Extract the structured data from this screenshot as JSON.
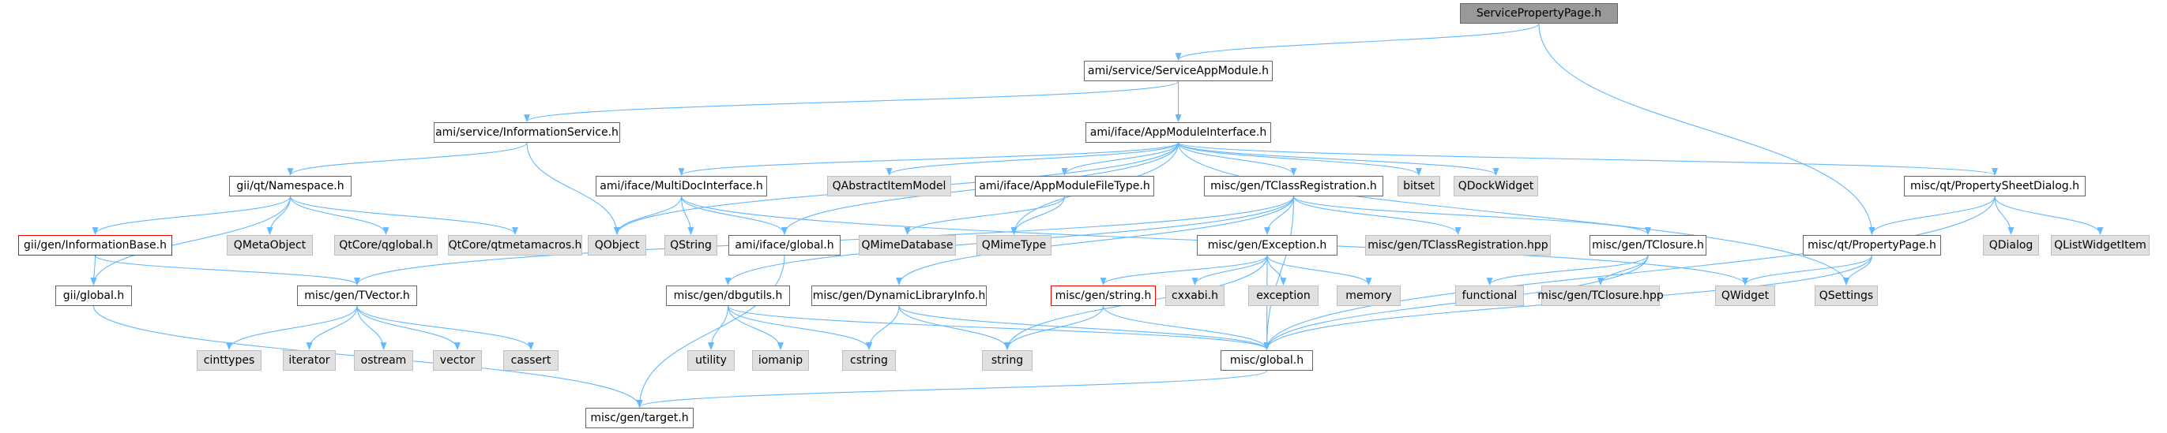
{
  "graph": {
    "nodes": [
      {
        "id": "n0",
        "label": "ServicePropertyPage.h",
        "kind": "root"
      },
      {
        "id": "n1",
        "label": "ami/service/ServiceAppModule.h",
        "kind": "file"
      },
      {
        "id": "n2",
        "label": "ami/service/InformationService.h",
        "kind": "file"
      },
      {
        "id": "n3",
        "label": "ami/iface/AppModuleInterface.h",
        "kind": "file"
      },
      {
        "id": "n4",
        "label": "gii/qt/Namespace.h",
        "kind": "file"
      },
      {
        "id": "n5",
        "label": "ami/iface/MultiDocInterface.h",
        "kind": "file"
      },
      {
        "id": "n6",
        "label": "QAbstractItemModel",
        "kind": "external"
      },
      {
        "id": "n7",
        "label": "ami/iface/AppModuleFileType.h",
        "kind": "file"
      },
      {
        "id": "n8",
        "label": "misc/gen/TClassRegistration.h",
        "kind": "file"
      },
      {
        "id": "n9",
        "label": "bitset",
        "kind": "external"
      },
      {
        "id": "n10",
        "label": "QDockWidget",
        "kind": "external"
      },
      {
        "id": "n11",
        "label": "misc/qt/PropertySheetDialog.h",
        "kind": "file"
      },
      {
        "id": "n12",
        "label": "gii/gen/InformationBase.h",
        "kind": "incomplete"
      },
      {
        "id": "n13",
        "label": "QMetaObject",
        "kind": "external"
      },
      {
        "id": "n14",
        "label": "QtCore/qglobal.h",
        "kind": "external"
      },
      {
        "id": "n15",
        "label": "QtCore/qtmetamacros.h",
        "kind": "external"
      },
      {
        "id": "n16",
        "label": "QObject",
        "kind": "external"
      },
      {
        "id": "n17",
        "label": "QString",
        "kind": "external"
      },
      {
        "id": "n18",
        "label": "ami/iface/global.h",
        "kind": "file"
      },
      {
        "id": "n19",
        "label": "QMimeDatabase",
        "kind": "external"
      },
      {
        "id": "n20",
        "label": "QMimeType",
        "kind": "external"
      },
      {
        "id": "n21",
        "label": "misc/gen/Exception.h",
        "kind": "file"
      },
      {
        "id": "n22",
        "label": "misc/gen/TClassRegistration.hpp",
        "kind": "external"
      },
      {
        "id": "n23",
        "label": "misc/gen/TClosure.h",
        "kind": "file"
      },
      {
        "id": "n24",
        "label": "misc/qt/PropertyPage.h",
        "kind": "file"
      },
      {
        "id": "n25",
        "label": "QDialog",
        "kind": "external"
      },
      {
        "id": "n26",
        "label": "QListWidgetItem",
        "kind": "external"
      },
      {
        "id": "n27",
        "label": "gii/global.h",
        "kind": "file"
      },
      {
        "id": "n28",
        "label": "misc/gen/TVector.h",
        "kind": "file"
      },
      {
        "id": "n29",
        "label": "misc/gen/dbgutils.h",
        "kind": "file"
      },
      {
        "id": "n30",
        "label": "misc/gen/DynamicLibraryInfo.h",
        "kind": "file"
      },
      {
        "id": "n31",
        "label": "misc/gen/string.h",
        "kind": "incomplete"
      },
      {
        "id": "n32",
        "label": "cxxabi.h",
        "kind": "external"
      },
      {
        "id": "n33",
        "label": "exception",
        "kind": "external"
      },
      {
        "id": "n34",
        "label": "memory",
        "kind": "external"
      },
      {
        "id": "n35",
        "label": "functional",
        "kind": "external"
      },
      {
        "id": "n36",
        "label": "misc/gen/TClosure.hpp",
        "kind": "external"
      },
      {
        "id": "n37",
        "label": "QWidget",
        "kind": "external"
      },
      {
        "id": "n38",
        "label": "QSettings",
        "kind": "external"
      },
      {
        "id": "n39",
        "label": "cinttypes",
        "kind": "external"
      },
      {
        "id": "n40",
        "label": "iterator",
        "kind": "external"
      },
      {
        "id": "n41",
        "label": "ostream",
        "kind": "external"
      },
      {
        "id": "n42",
        "label": "vector",
        "kind": "external"
      },
      {
        "id": "n43",
        "label": "cassert",
        "kind": "external"
      },
      {
        "id": "n44",
        "label": "utility",
        "kind": "external"
      },
      {
        "id": "n45",
        "label": "iomanip",
        "kind": "external"
      },
      {
        "id": "n46",
        "label": "cstring",
        "kind": "external"
      },
      {
        "id": "n47",
        "label": "string",
        "kind": "external"
      },
      {
        "id": "n48",
        "label": "misc/global.h",
        "kind": "file"
      },
      {
        "id": "n49",
        "label": "misc/gen/target.h",
        "kind": "file"
      }
    ],
    "edges": [
      [
        "n0",
        "n1"
      ],
      [
        "n0",
        "n24"
      ],
      [
        "n1",
        "n2"
      ],
      [
        "n1",
        "n3"
      ],
      [
        "n2",
        "n4"
      ],
      [
        "n2",
        "n16"
      ],
      [
        "n3",
        "n16"
      ],
      [
        "n3",
        "n5"
      ],
      [
        "n3",
        "n6"
      ],
      [
        "n3",
        "n7"
      ],
      [
        "n3",
        "n8"
      ],
      [
        "n3",
        "n9"
      ],
      [
        "n3",
        "n10"
      ],
      [
        "n3",
        "n11"
      ],
      [
        "n3",
        "n18"
      ],
      [
        "n3",
        "n20"
      ],
      [
        "n3",
        "n38"
      ],
      [
        "n4",
        "n12"
      ],
      [
        "n4",
        "n13"
      ],
      [
        "n4",
        "n14"
      ],
      [
        "n4",
        "n15"
      ],
      [
        "n4",
        "n27"
      ],
      [
        "n12",
        "n27"
      ],
      [
        "n12",
        "n28"
      ],
      [
        "n5",
        "n16"
      ],
      [
        "n5",
        "n17"
      ],
      [
        "n5",
        "n18"
      ],
      [
        "n5",
        "n37"
      ],
      [
        "n7",
        "n19"
      ],
      [
        "n7",
        "n20"
      ],
      [
        "n8",
        "n21"
      ],
      [
        "n8",
        "n22"
      ],
      [
        "n8",
        "n23"
      ],
      [
        "n8",
        "n28"
      ],
      [
        "n8",
        "n29"
      ],
      [
        "n8",
        "n30"
      ],
      [
        "n8",
        "n48"
      ],
      [
        "n11",
        "n24"
      ],
      [
        "n11",
        "n25"
      ],
      [
        "n11",
        "n26"
      ],
      [
        "n11",
        "n48"
      ],
      [
        "n24",
        "n37"
      ],
      [
        "n24",
        "n38"
      ],
      [
        "n24",
        "n48"
      ],
      [
        "n18",
        "n49"
      ],
      [
        "n27",
        "n49"
      ],
      [
        "n21",
        "n31"
      ],
      [
        "n21",
        "n32"
      ],
      [
        "n21",
        "n33"
      ],
      [
        "n21",
        "n34"
      ],
      [
        "n21",
        "n47"
      ],
      [
        "n21",
        "n48"
      ],
      [
        "n23",
        "n35"
      ],
      [
        "n23",
        "n36"
      ],
      [
        "n23",
        "n48"
      ],
      [
        "n28",
        "n39"
      ],
      [
        "n28",
        "n40"
      ],
      [
        "n28",
        "n41"
      ],
      [
        "n28",
        "n42"
      ],
      [
        "n28",
        "n43"
      ],
      [
        "n29",
        "n44"
      ],
      [
        "n29",
        "n45"
      ],
      [
        "n29",
        "n46"
      ],
      [
        "n29",
        "n48"
      ],
      [
        "n30",
        "n46"
      ],
      [
        "n30",
        "n47"
      ],
      [
        "n30",
        "n48"
      ],
      [
        "n31",
        "n47"
      ],
      [
        "n31",
        "n48"
      ],
      [
        "n48",
        "n49"
      ]
    ],
    "colors": {
      "edge": "#63b8ff",
      "file_border": "#666666",
      "external_fill": "#e0e0e0",
      "external_border": "#bfbfbf",
      "root_fill": "#999999",
      "incomplete_border": "#ff0000"
    }
  }
}
